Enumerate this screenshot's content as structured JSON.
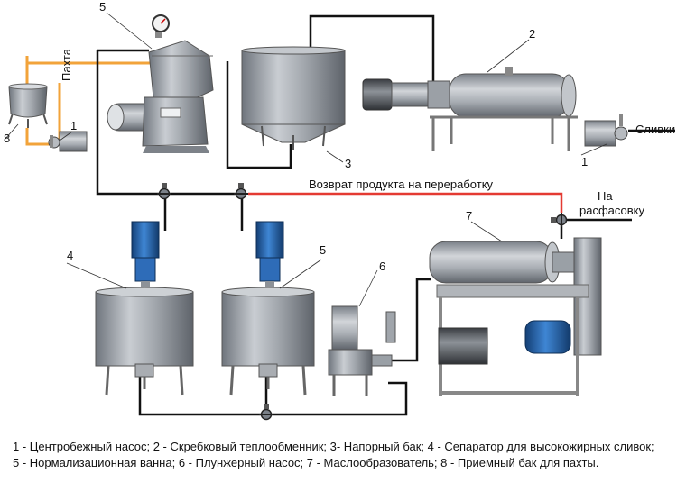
{
  "labels": {
    "pakhta": "Пахта",
    "slivki": "Сливки",
    "return": "Возврат продукта на переработку",
    "na": "На",
    "rasfasovku": "расфасовку"
  },
  "callouts": [
    "1",
    "1",
    "2",
    "3",
    "4",
    "5",
    "5",
    "6",
    "7",
    "8"
  ],
  "legend": {
    "line1": "1 - Центробежный насос; 2 - Скребковый теплообменник; 3- Напорный бак; 4 - Сепаратор для высокожирных сливок;",
    "line2": "5 - Нормализационная ванна; 6 - Плунжерный насос;  7 - Маслообразователь; 8 - Приемный бак для пахты."
  },
  "colors": {
    "pipe_black": "#111111",
    "pipe_orange": "#f2a33a",
    "pipe_red": "#e43a32",
    "steel": "#9aa0a8",
    "motor_blue": "#1f5fa8"
  }
}
